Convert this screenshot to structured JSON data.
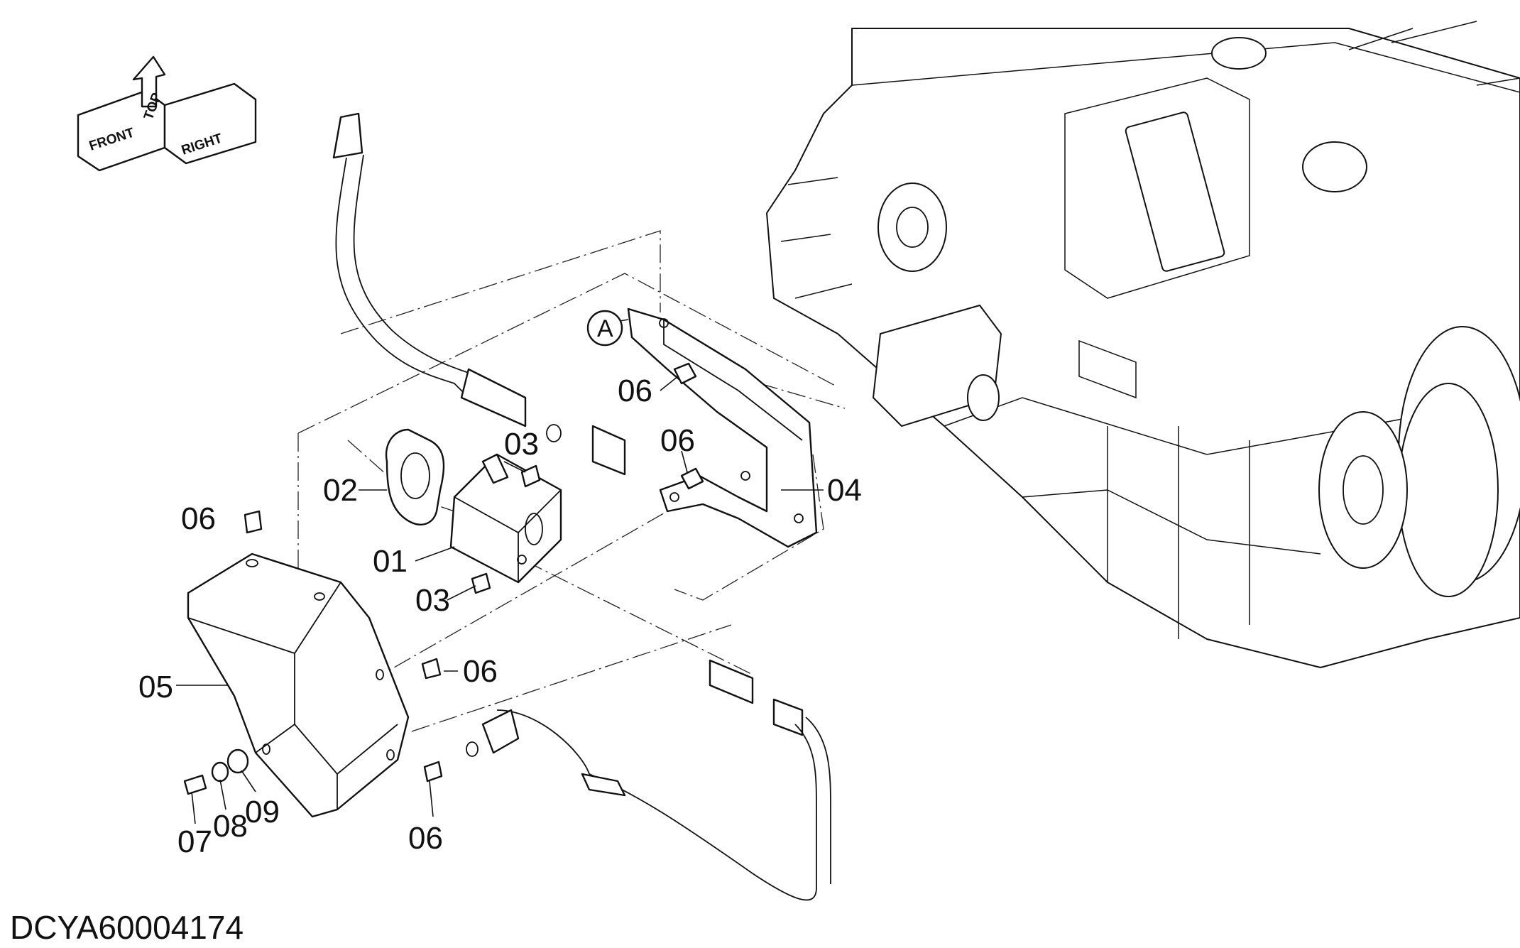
{
  "diagram": {
    "drawing_code": "DCYA60004174",
    "direction_indicator": {
      "front": "FRONT",
      "top": "TOP",
      "right": "RIGHT"
    },
    "view_marker": "A",
    "part_labels": {
      "p01": "01",
      "p02": "02",
      "p03_upper": "03",
      "p03_lower": "03",
      "p04": "04",
      "p05": "05",
      "p06_bracket_top": "06",
      "p06_bracket_mid": "06",
      "p06_cover_top": "06",
      "p06_cover_side": "06",
      "p06_cover_bottom": "06",
      "p07": "07",
      "p08": "08",
      "p09": "09"
    }
  }
}
